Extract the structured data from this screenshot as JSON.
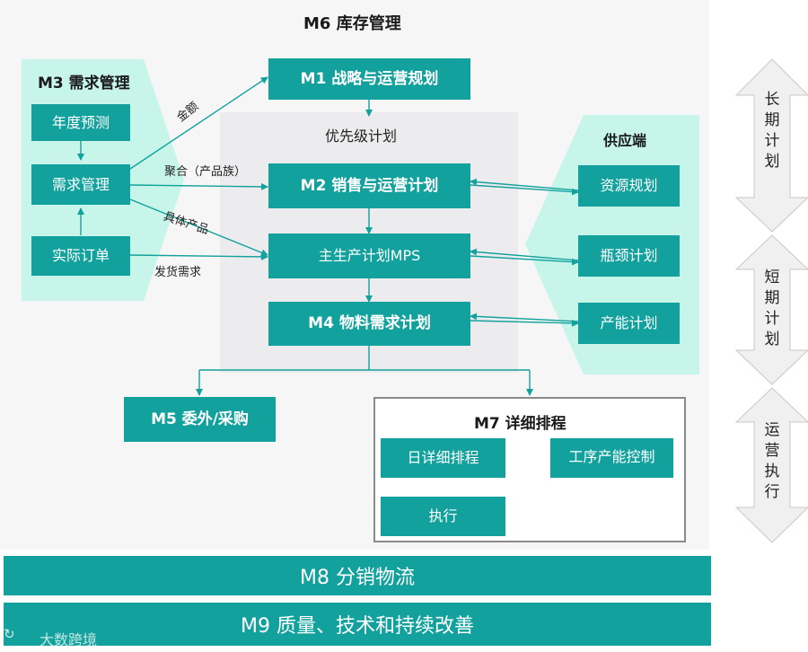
{
  "title": "M6 库存管理",
  "demand": {
    "title": "M3 需求管理",
    "forecast": "年度预测",
    "management": "需求管理",
    "orders": "实际订单"
  },
  "flow": {
    "m1": "M1 战略与运营规划",
    "priority": "优先级计划",
    "m2": "M2 销售与运营计划",
    "mps": "主生产计划MPS",
    "m4": "M4 物料需求计划",
    "m5": "M5 委外/采购"
  },
  "edges": {
    "amount": "金额",
    "aggregate": "聚合（产品族）",
    "product": "具体产品",
    "shipping": "发货需求"
  },
  "supply": {
    "title": "供应端",
    "resource": "资源规划",
    "bottleneck": "瓶颈计划",
    "capacity": "产能计划"
  },
  "m7": {
    "title": "M7 详细排程",
    "daily": "日详细排程",
    "process": "工序产能控制",
    "execute": "执行"
  },
  "horizon": {
    "long": "长期计划",
    "short": "短期计划",
    "ops": "运营执行"
  },
  "bands": {
    "m8": "M8 分销物流",
    "m9": "M9 质量、技术和持续改善"
  },
  "watermark": "大数跨境",
  "colors": {
    "teal": "#12a19c",
    "light_teal": "#c8f5ea",
    "panel": "#f6f6f6"
  }
}
